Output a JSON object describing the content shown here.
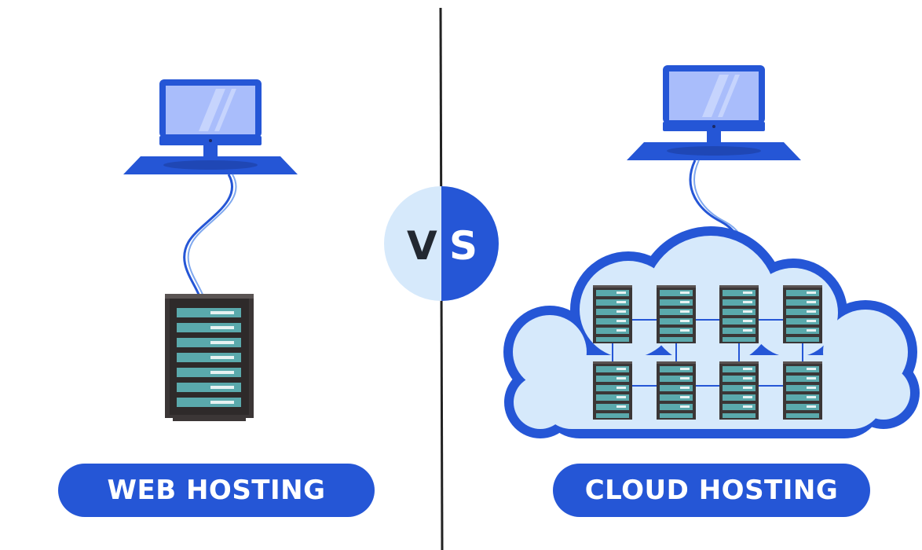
{
  "labels": {
    "left": "WEB HOSTING",
    "right": "CLOUD HOSTING"
  },
  "vs": {
    "v": "V",
    "s": "S"
  },
  "icons": [
    "laptop-icon",
    "server-rack-icon",
    "cloud-icon",
    "server-icon"
  ],
  "colors": {
    "blue": "#2556d6",
    "light_blue": "#d6e9fb",
    "screen": "#a9bdfb",
    "server_dark": "#3b3636",
    "server_slot": "#5aa9ac",
    "divider": "#222222"
  }
}
